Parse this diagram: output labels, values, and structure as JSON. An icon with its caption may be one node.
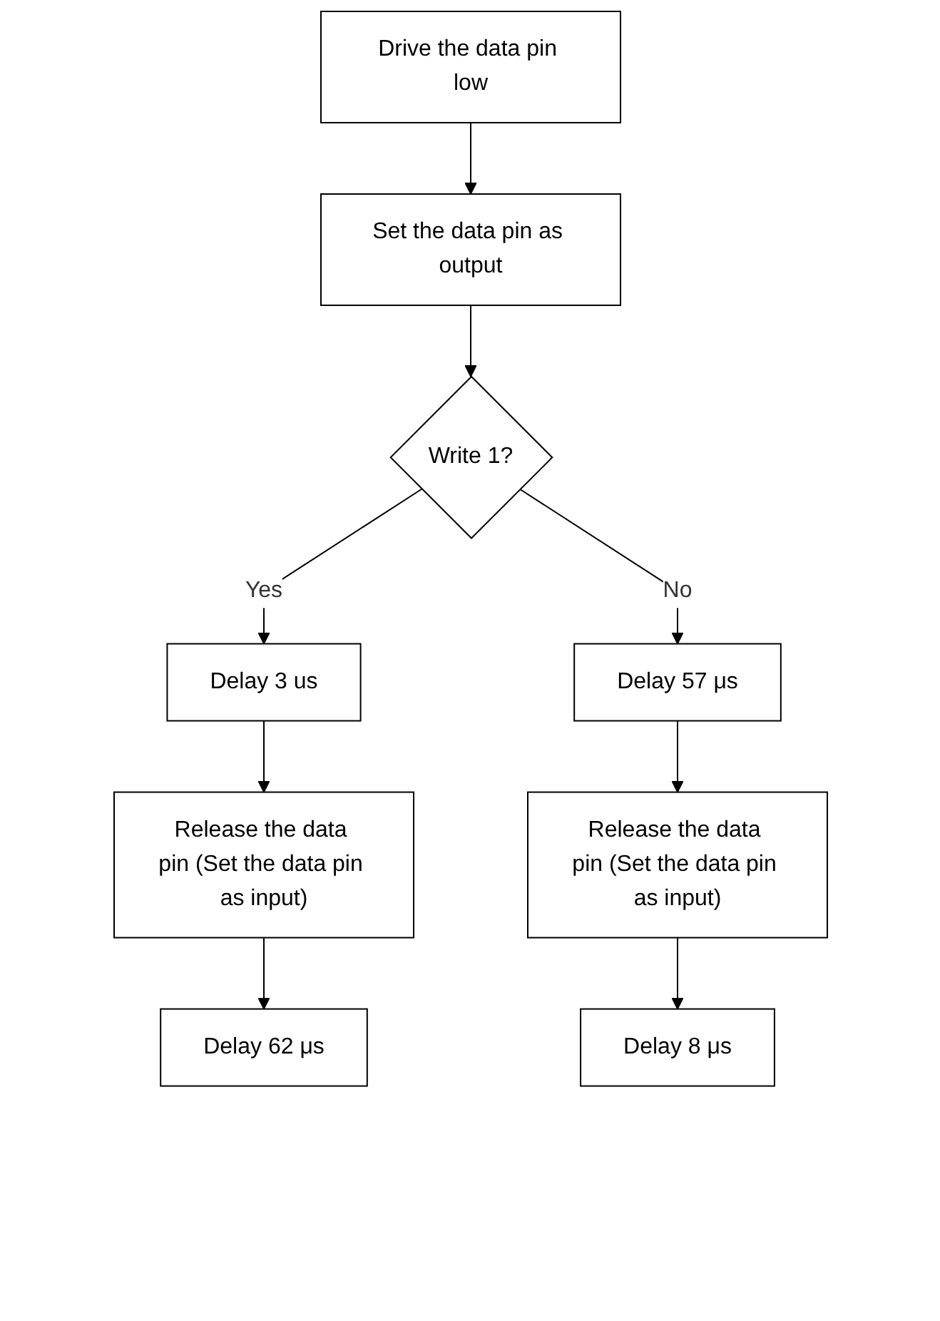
{
  "diagram": {
    "nodes": [
      {
        "text": [
          "Drive the data pin low"
        ]
      },
      {
        "text": [
          "Set the data pin as output"
        ]
      },
      {
        "text": [
          "Write 1?"
        ]
      },
      {
        "text": [
          "Delay 3 us"
        ]
      },
      {
        "text": [
          "Release the data pin (Set the data pin as input)"
        ]
      },
      {
        "text": [
          "Delay 62 μs"
        ]
      },
      {
        "text": [
          "Delay 57 μs"
        ]
      },
      {
        "text": [
          "Release the data pin (Set the data pin as input)"
        ]
      },
      {
        "text": [
          "Delay 8 μs"
        ]
      }
    ],
    "edges": [
      {
        "from": 0,
        "to": 1,
        "arrow": "to"
      },
      {
        "from": 1,
        "to": 2,
        "arrow": "to"
      },
      {
        "from": 2,
        "to": 3,
        "arrow": "to",
        "label": "Yes"
      },
      {
        "from": 3,
        "to": 4,
        "arrow": "to"
      },
      {
        "from": 4,
        "to": 5,
        "arrow": "to"
      },
      {
        "from": 2,
        "to": 6,
        "arrow": "to",
        "label": "No"
      },
      {
        "from": 6,
        "to": 7,
        "arrow": "to"
      },
      {
        "from": 7,
        "to": 8,
        "arrow": "to"
      }
    ]
  }
}
